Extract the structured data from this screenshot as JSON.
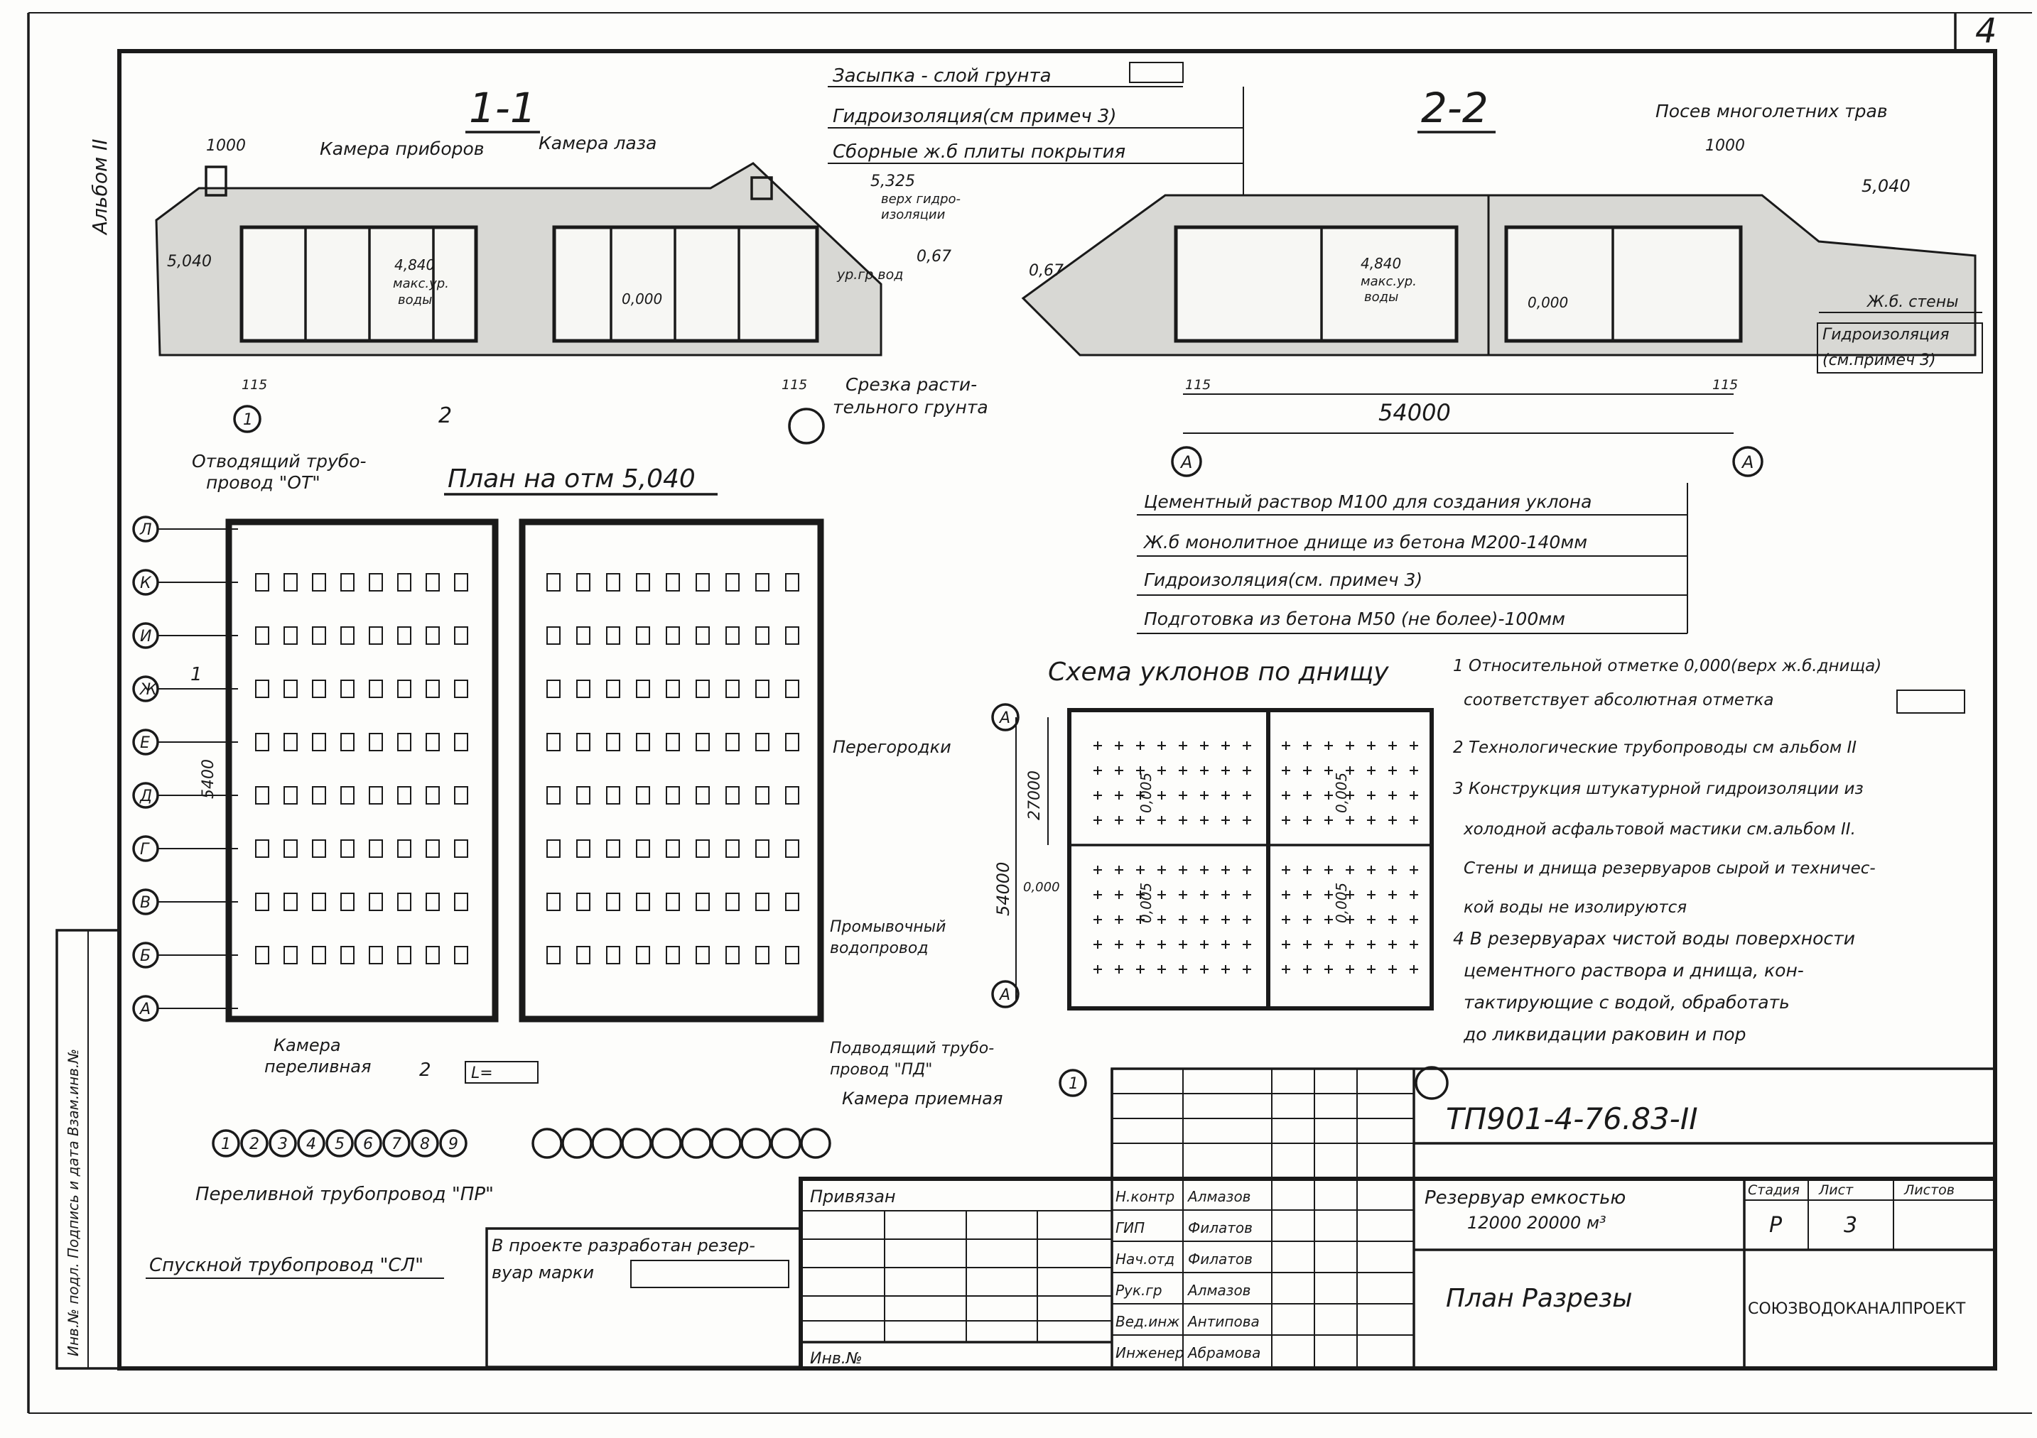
{
  "sheet": {
    "corner_number": "4",
    "album_label": "Альбом II",
    "doc_code": "ТП901-4-76.83-II"
  },
  "section11": {
    "title": "1-1",
    "camera_instruments": "Камера приборов",
    "camera_hatch": "Камера лаза",
    "dim_1000": "1000",
    "level_5040": "5,040",
    "level_4840": "4,840",
    "max_level_a": "макс.ур.",
    "max_level_b": "воды",
    "level_0000": "0,000",
    "level_5325": "5,325",
    "top_hydro_a": "верх гидро-",
    "top_hydro_b": "изоляции",
    "slope": "0,67",
    "gw_level": "ур.гр.вод",
    "dim_115a": "115",
    "dim_115b": "115",
    "axis_1": "1",
    "cut_soil_a": "Срезка расти-",
    "cut_soil_b": "тельного грунта",
    "cut_mark": "2"
  },
  "layers_top": {
    "backfill": "Засыпка - слой грунта",
    "hydro": "Гидроизоляция(см примеч 3)",
    "slabs": "Сборные ж.б плиты покрытия"
  },
  "section22": {
    "title": "2-2",
    "grass": "Посев многолетних трав",
    "slope": "0,67",
    "dim_1000": "1000",
    "level_5040": "5,040",
    "level_4840": "4,840",
    "max_a": "макс.ур.",
    "max_b": "воды",
    "level_0000": "0,000",
    "wall": "Ж.б. стены",
    "hydro_a": "Гидроизоляция",
    "hydro_b": "(см.примеч 3)",
    "dim_115a": "115",
    "dim_115b": "115",
    "span": "54000",
    "axis_a1": "А",
    "axis_a2": "А"
  },
  "layers_bottom": {
    "mortar": "Цементный раствор М100 для создания уклона",
    "slab": "Ж.б монолитное днище из бетона М200-140мм",
    "hydro": "Гидроизоляция(см. примеч 3)",
    "prep": "Подготовка из бетона М50 (не более)-100мм"
  },
  "plan": {
    "title": "План на отм 5,040",
    "outlet_a": "Отводящий трубо-",
    "outlet_b": "провод \"ОТ\"",
    "partitions": "Перегородки",
    "flush_a": "Промывочный",
    "flush_b": "водопровод",
    "inlet_a": "Подводящий трубо-",
    "inlet_b": "провод \"ПД\"",
    "intake_camera": "Камера приемная",
    "overflow_camera_a": "Камера",
    "overflow_camera_b": "переливная",
    "overflow_pipe": "Переливной трубопровод \"ПР\"",
    "drain_pipe": "Спускной трубопровод \"СЛ\"",
    "dim_5400": "5400",
    "cut_1": "1",
    "cut_2": "2",
    "l_mark": "L=",
    "rows": [
      "Л",
      "К",
      "И",
      "Ж",
      "Е",
      "Д",
      "Г",
      "В",
      "Б",
      "А"
    ],
    "cols": [
      "1",
      "2",
      "3",
      "4",
      "5",
      "6",
      "7",
      "8",
      "9"
    ]
  },
  "slope_scheme": {
    "title": "Схема уклонов по днищу",
    "dim_27000": "27000",
    "dim_54000": "54000",
    "level": "0,000",
    "slope_1": "0,005",
    "slope_2": "0,005",
    "slope_3": "0,005",
    "slope_4": "0,005",
    "axis_a_top": "А",
    "axis_a_bot": "А",
    "axis_1": "1"
  },
  "notes": [
    "1 Относительной отметке 0,000(верх ж.б.днища)",
    "соответствует абсолютная отметка",
    "2 Технологические трубопроводы см альбом II",
    "3 Конструкция штукатурной гидроизоляции из",
    "холодной асфальтовой мастики см.альбом II.",
    "Стены и днища резервуаров сырой и техничес-",
    "кой воды не изолируются",
    "4 В резервуарах чистой воды поверхности",
    "цементного раствора и днища, кон-",
    "тактирующие с водой, обработать",
    "до ликвидации раковин и пор"
  ],
  "ref_box": {
    "line1": "В проекте разработан резер-",
    "line2": "вуар марки"
  },
  "title_block": {
    "privyazan": "Привязан",
    "inv": "Инв.№",
    "left_vertical": "Инв.№ подл. Подпись и дата Взам.инв.№",
    "roles": [
      "Н.контр",
      "ГИП",
      "Нач.отд",
      "Рук.гр",
      "Вед.инж",
      "Инженер"
    ],
    "names": [
      "Алмазов",
      "Филатов",
      "Филатов",
      "Алмазов",
      "Антипова",
      "Абрамова"
    ],
    "object_a": "Резервуар емкостью",
    "object_b": "12000  20000 м³",
    "sheet_title": "План Разрезы",
    "stage_h": "Стадия",
    "sheet_h": "Лист",
    "sheets_h": "Листов",
    "stage": "Р",
    "sheet": "3",
    "org": "СОЮЗВОДОКАНАЛПРОЕКТ"
  }
}
